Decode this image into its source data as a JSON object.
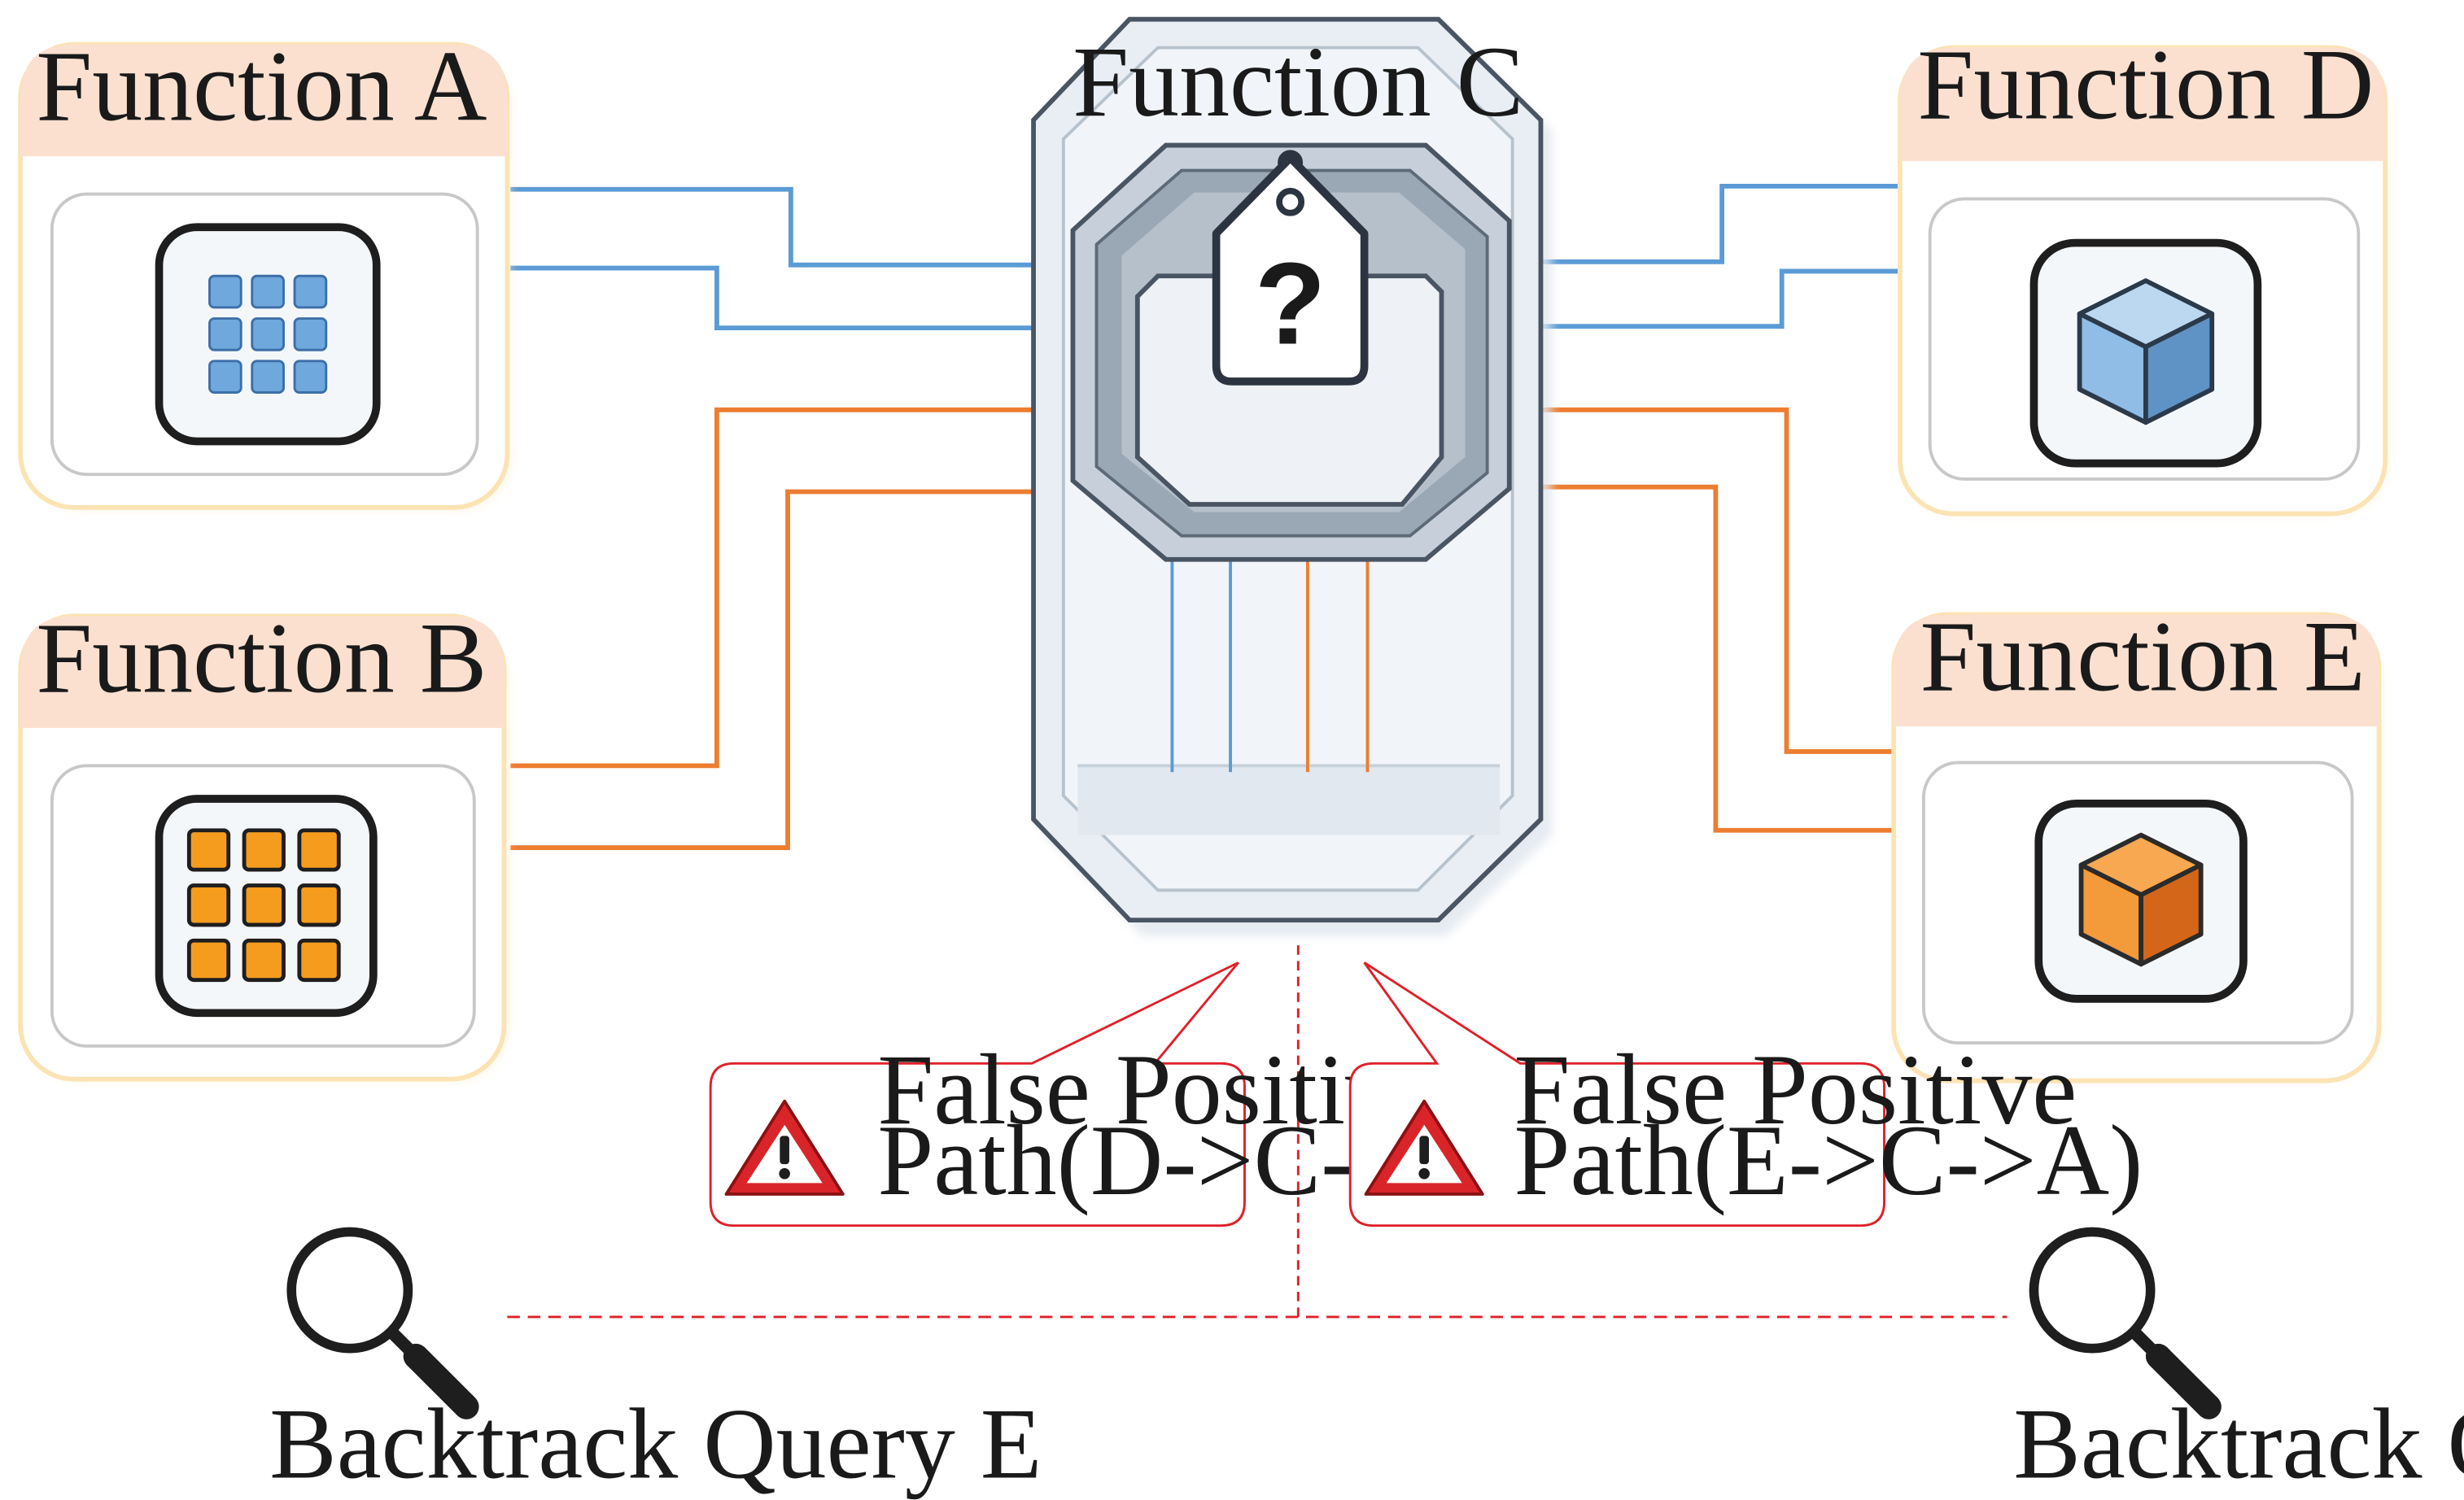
{
  "functions": {
    "a": {
      "title": "Function A",
      "icon": "blue-grid-icon"
    },
    "b": {
      "title": "Function B",
      "icon": "orange-grid-icon"
    },
    "c": {
      "title": "Function C",
      "icon": "question-tag-icon"
    },
    "d": {
      "title": "Function D",
      "icon": "blue-cube-icon"
    },
    "e": {
      "title": "Function E",
      "icon": "orange-cube-icon"
    }
  },
  "warnings": [
    {
      "line1": "False Positive",
      "line2": "Path(D->C->B)",
      "icon": "warning-icon"
    },
    {
      "line1": "False Positive",
      "line2": "Path(E->C->A)",
      "icon": "warning-icon"
    }
  ],
  "queries": {
    "e": {
      "label": "Backtrack Query E",
      "icon": "magnifier-icon"
    },
    "d": {
      "label": "Backtrack Query D",
      "icon": "magnifier-icon"
    }
  },
  "colors": {
    "blue_path": "#5b9bd5",
    "orange_path": "#ed7d31",
    "false_positive": "#e0202a",
    "card_header": "#fbe0d0",
    "card_border": "#fbe3b3",
    "blue_fill": "#6fa8dc",
    "orange_fill": "#f59b1e"
  }
}
